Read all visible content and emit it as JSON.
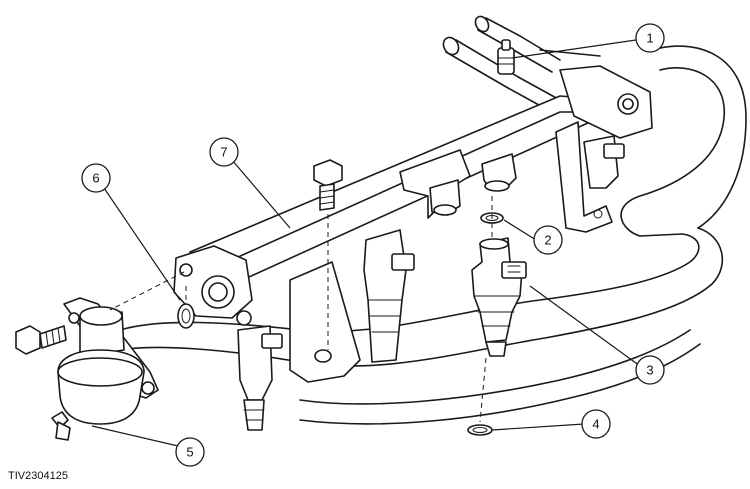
{
  "figure_id": "TIV2304125",
  "callouts": [
    {
      "number": "1"
    },
    {
      "number": "2"
    },
    {
      "number": "3"
    },
    {
      "number": "4"
    },
    {
      "number": "5"
    },
    {
      "number": "6"
    },
    {
      "number": "7"
    }
  ]
}
